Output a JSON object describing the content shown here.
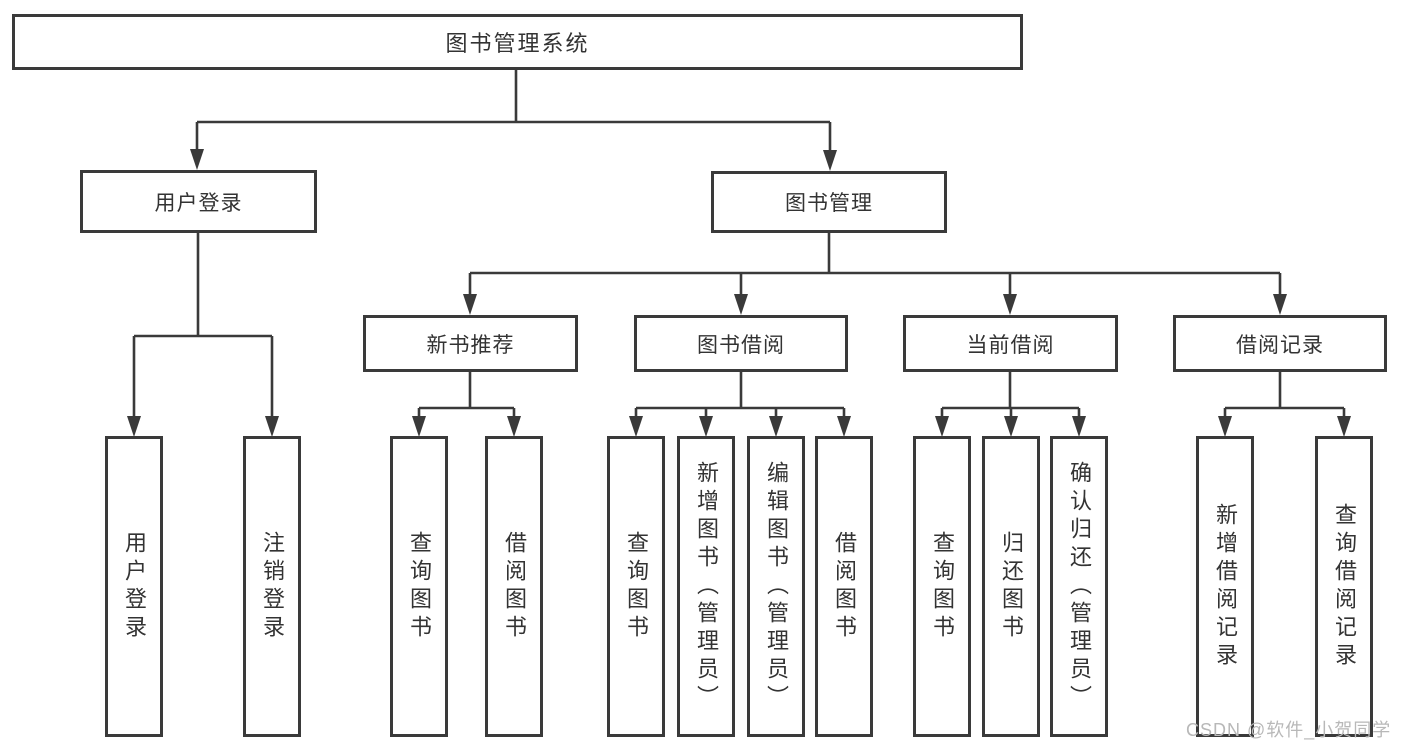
{
  "colors": {
    "background": "#ffffff",
    "line": "#3a3a3a",
    "box_border": "#3a3a3a",
    "text": "#333333",
    "watermark": "#b8b8b8"
  },
  "tree": {
    "label": "图书管理系统",
    "children": [
      {
        "label": "用户登录",
        "children": [
          {
            "label": "用户登录"
          },
          {
            "label": "注销登录"
          }
        ]
      },
      {
        "label": "图书管理",
        "children": [
          {
            "label": "新书推荐",
            "children": [
              {
                "label": "查询图书"
              },
              {
                "label": "借阅图书"
              }
            ]
          },
          {
            "label": "图书借阅",
            "children": [
              {
                "label": "查询图书"
              },
              {
                "label": "新增图书（管理员）"
              },
              {
                "label": "编辑图书（管理员）"
              },
              {
                "label": "借阅图书"
              }
            ]
          },
          {
            "label": "当前借阅",
            "children": [
              {
                "label": "查询图书"
              },
              {
                "label": "归还图书"
              },
              {
                "label": "确认归还（管理员）"
              }
            ]
          },
          {
            "label": "借阅记录",
            "children": [
              {
                "label": "新增借阅记录"
              },
              {
                "label": "查询借阅记录"
              }
            ]
          }
        ]
      }
    ]
  },
  "watermark": {
    "text": "CSDN @软件_小贺同学"
  }
}
